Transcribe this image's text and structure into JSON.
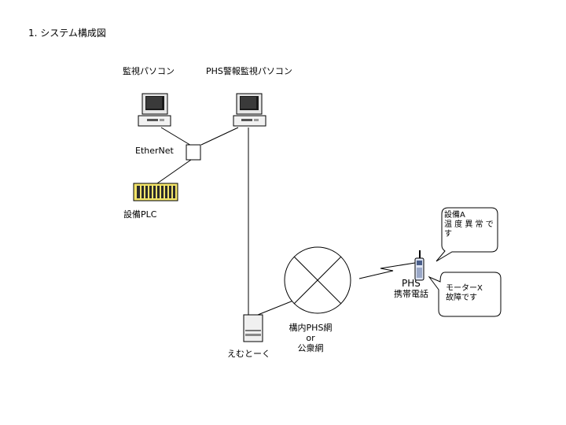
{
  "title": "1. システム構成図",
  "nodes": {
    "monitor_pc": "監視パソコン",
    "phs_alarm_pc": "PHS警報監視パソコン",
    "ethernet": "EtherNet",
    "plc": "設備PLC",
    "modem": "えむとーく",
    "network_line1": "構内PHS網",
    "network_line2": "or",
    "network_line3": "公衆網",
    "phone_line1": "PHS",
    "phone_line2": "携帯電話"
  },
  "bubbles": {
    "alarm_a": [
      "設備A",
      "温 度 異 常 で",
      "す"
    ],
    "alarm_x": [
      "モーターX",
      "故障です"
    ]
  },
  "colors": {
    "plc_body": "#f2e46a",
    "plc_slot": "#2b2b2b",
    "monitor_screen": "#1a1a1a",
    "stroke": "#000000"
  }
}
